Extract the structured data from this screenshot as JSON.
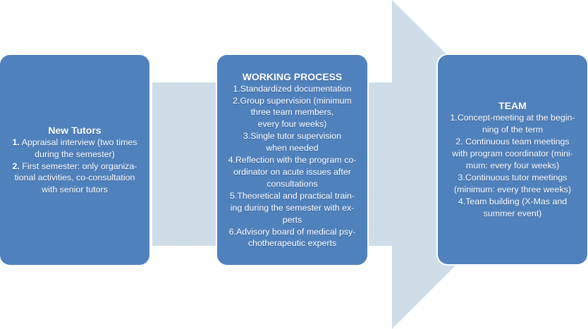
{
  "colors": {
    "box_fill": "#4f81bd",
    "arrow_fill": "#cfdde9",
    "text": "#ffffff"
  },
  "boxes": {
    "new_tutors": {
      "title": "New Tutors",
      "lines": [
        {
          "num": "1.",
          "text": " Appraisal interview (two times"
        },
        {
          "text": "during the semester)"
        },
        {
          "num": "2.",
          "text": " First semester: only organiza-"
        },
        {
          "text": "tional activities, co-consultation"
        },
        {
          "text": "with senior tutors"
        }
      ]
    },
    "working_process": {
      "title": "WORKING PROCESS",
      "lines": [
        "1.Standardized documentation",
        "2.Group supervision (minimum",
        "three team members,",
        "every four weeks)",
        "3.Single tutor supervision",
        "when needed",
        "4.Reflection with the program co-",
        "ordinator on acute issues after",
        "consultations",
        "5.Theoretical and practical train-",
        "ing during the semester with ex-",
        "perts",
        "6.Advisory board of medical psy-",
        "chotherapeutic experts"
      ]
    },
    "team": {
      "title": "TEAM",
      "lines": [
        "1.Concept-meeting at the begin-",
        "ning of the term",
        "2. Continuous team meetings",
        "with program coordinator (mini-",
        "mum: every four weeks)",
        "3.Continuous tutor  meetings",
        "(minimum: every three weeks)",
        "4.Team building (X-Mas and",
        "summer event)"
      ]
    }
  }
}
